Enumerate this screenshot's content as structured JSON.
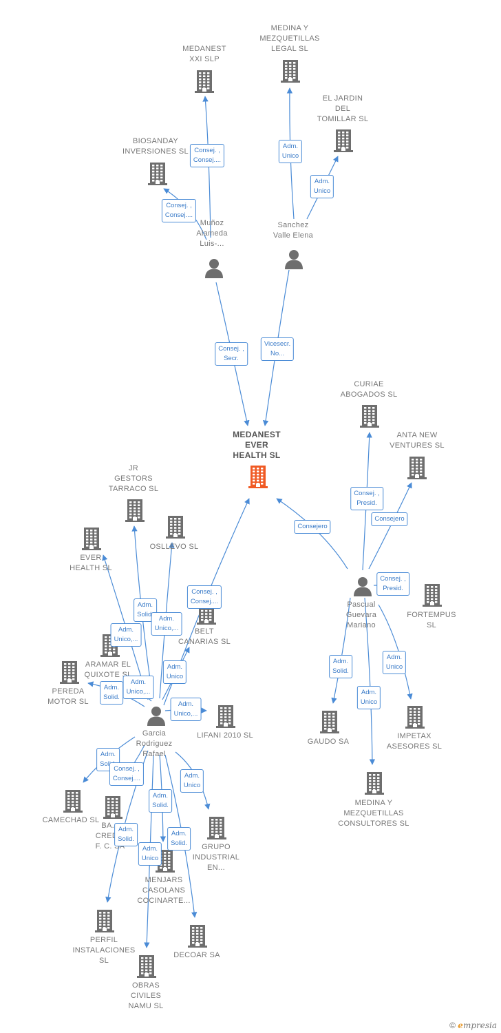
{
  "colors": {
    "edge": "#4a8bd6",
    "icon": "#6e6e6e",
    "focus": "#f05a24"
  },
  "nodes": [
    {
      "id": "medanest_ever",
      "type": "company",
      "focus": true,
      "label": "MEDANEST\nEVER\nHEALTH  SL"
    },
    {
      "id": "medanest_xxi",
      "type": "company",
      "label": "MEDANEST\nXXI  SLP"
    },
    {
      "id": "medina_legal",
      "type": "company",
      "label": "MEDINA Y\nMEZQUETILLAS\nLEGAL SL"
    },
    {
      "id": "jardin",
      "type": "company",
      "label": "EL JARDIN\nDEL\nTOMILLAR SL"
    },
    {
      "id": "biosanday",
      "type": "company",
      "label": "BIOSANDAY\nINVERSIONES SL"
    },
    {
      "id": "munoz",
      "type": "person",
      "label": "Muñoz\nAlameda\nLuis-..."
    },
    {
      "id": "sanchez",
      "type": "person",
      "label": "Sanchez\nValle Elena"
    },
    {
      "id": "curiae",
      "type": "company",
      "label": "CURIAE\nABOGADOS  SL"
    },
    {
      "id": "anta",
      "type": "company",
      "label": "ANTA NEW\nVENTURES  SL"
    },
    {
      "id": "pascual",
      "type": "person",
      "label": "Pascual\nGuevara\nMariano"
    },
    {
      "id": "fortempus",
      "type": "company",
      "label": "FORTEMPUS\nSL"
    },
    {
      "id": "gaudo",
      "type": "company",
      "label": "GAUDO SA"
    },
    {
      "id": "impetax",
      "type": "company",
      "label": "IMPETAX\nASESORES  SL"
    },
    {
      "id": "medina_consult",
      "type": "company",
      "label": "MEDINA Y\nMEZQUETILLAS\nCONSULTORES SL"
    },
    {
      "id": "jr",
      "type": "company",
      "label": "JR\nGESTORS\nTARRACO  SL"
    },
    {
      "id": "osllevo",
      "type": "company",
      "label": "OSLLEVO  SL"
    },
    {
      "id": "ever_health",
      "type": "company",
      "label": "EVER\nHEALTH  SL"
    },
    {
      "id": "belt",
      "type": "company",
      "label": "BELT\nCANARIAS  SL"
    },
    {
      "id": "aramar",
      "type": "company",
      "label": "ARAMAR EL\nQUIXOTE  SL"
    },
    {
      "id": "pereda",
      "type": "company",
      "label": "PEREDA\nMOTOR SL"
    },
    {
      "id": "lifani",
      "type": "company",
      "label": "LIFANI 2010 SL"
    },
    {
      "id": "garcia",
      "type": "person",
      "label": "Garcia\nRodriguez\nRafael"
    },
    {
      "id": "camechad",
      "type": "company",
      "label": "CAMECHAD SL"
    },
    {
      "id": "banco",
      "type": "company",
      "label": "BA...\nCRED...\nF. C. SA"
    },
    {
      "id": "grupo",
      "type": "company",
      "label": "GRUPO\nINDUSTRIAL\nEN..."
    },
    {
      "id": "menjars",
      "type": "company",
      "label": "MENJARS\nCASOLANS\nCOCINARTE..."
    },
    {
      "id": "perfil",
      "type": "company",
      "label": "PERFIL\nINSTALACIONES\nSL"
    },
    {
      "id": "decoar",
      "type": "company",
      "label": "DECOAR SA"
    },
    {
      "id": "obras",
      "type": "company",
      "label": "OBRAS\nCIVILES\nNAMU SL"
    }
  ],
  "edges": [
    {
      "from": "munoz",
      "to": "medanest_ever",
      "label": "Consej. ,\nSecr."
    },
    {
      "from": "sanchez",
      "to": "medanest_ever",
      "label": "Vicesecr.\nNo..."
    },
    {
      "from": "munoz",
      "to": "medanest_xxi",
      "label": "Consej. ,\nConsej...."
    },
    {
      "from": "munoz",
      "to": "biosanday",
      "label": "Consej. ,\nConsej...."
    },
    {
      "from": "sanchez",
      "to": "medina_legal",
      "label": "Adm.\nUnico"
    },
    {
      "from": "sanchez",
      "to": "jardin",
      "label": "Adm.\nUnico"
    },
    {
      "from": "pascual",
      "to": "medanest_ever",
      "label": "Consejero"
    },
    {
      "from": "pascual",
      "to": "curiae",
      "label": "Consej. ,\nPresid."
    },
    {
      "from": "pascual",
      "to": "anta",
      "label": "Consejero"
    },
    {
      "from": "pascual",
      "to": "fortempus",
      "label": "Consej. ,\nPresid."
    },
    {
      "from": "pascual",
      "to": "gaudo",
      "label": "Adm.\nSolid."
    },
    {
      "from": "pascual",
      "to": "medina_consult",
      "label": "Adm.\nUnico"
    },
    {
      "from": "pascual",
      "to": "impetax",
      "label": "Adm.\nUnico"
    },
    {
      "from": "garcia",
      "to": "medanest_ever",
      "label": "Consej. ,\nConsej...."
    },
    {
      "from": "garcia",
      "to": "jr",
      "label": "Adm.\nSolid."
    },
    {
      "from": "garcia",
      "to": "osllevo",
      "label": "Adm.\nUnico,..."
    },
    {
      "from": "garcia",
      "to": "ever_health",
      "label": "Adm.\nUnico,..."
    },
    {
      "from": "garcia",
      "to": "belt",
      "label": "Adm.\nUnico"
    },
    {
      "from": "garcia",
      "to": "pereda",
      "label": "Adm.\nSolid."
    },
    {
      "from": "garcia",
      "to": "aramar",
      "label": "Adm.\nUnico,..."
    },
    {
      "from": "garcia",
      "to": "lifani",
      "label": "Adm.\nUnico,..."
    },
    {
      "from": "garcia",
      "to": "camechad",
      "label": "Adm.\nSolid."
    },
    {
      "from": "garcia",
      "to": "banco",
      "label": "Consej. ,\nConsej...."
    },
    {
      "from": "garcia",
      "to": "grupo",
      "label": "Adm.\nUnico"
    },
    {
      "from": "garcia",
      "to": "menjars",
      "label": "Adm.\nSolid."
    },
    {
      "from": "garcia",
      "to": "perfil",
      "label": "Adm.\nSolid."
    },
    {
      "from": "garcia",
      "to": "obras",
      "label": "Adm.\nUnico"
    },
    {
      "from": "garcia",
      "to": "decoar",
      "label": "Adm.\nSolid."
    }
  ],
  "footer": {
    "copyright": "©",
    "brand_e": "e",
    "brand_rest": "mpresia"
  }
}
